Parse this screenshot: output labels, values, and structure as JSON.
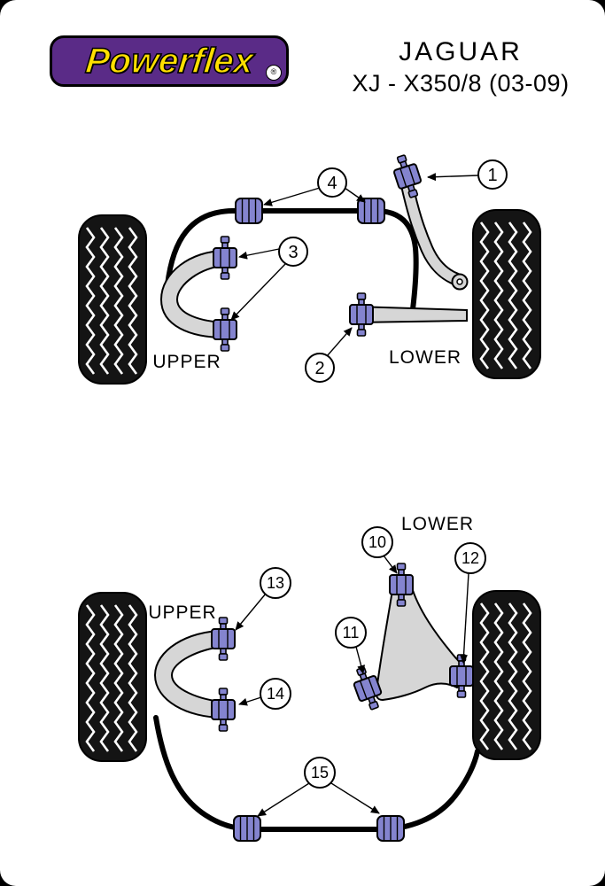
{
  "header": {
    "brand": "Powerflex",
    "reg_mark": "®",
    "model": "JAGUAR",
    "variant": "XJ - X350/8 (03-09)"
  },
  "front": {
    "labels": {
      "upper": "UPPER",
      "lower": "LOWER"
    },
    "c1": "1",
    "c2": "2",
    "c3": "3",
    "c4": "4"
  },
  "rear": {
    "labels": {
      "upper": "UPPER",
      "lower": "LOWER"
    },
    "c10": "10",
    "c11": "11",
    "c12": "12",
    "c13": "13",
    "c14": "14",
    "c15": "15"
  },
  "colors": {
    "logo_bg": "#5a2b87",
    "logo_text": "#ffdf00",
    "bushing_fill": "#8484cf",
    "metal_gray": "#d6d6d6",
    "tire_black": "#141414",
    "line_black": "#000000"
  }
}
